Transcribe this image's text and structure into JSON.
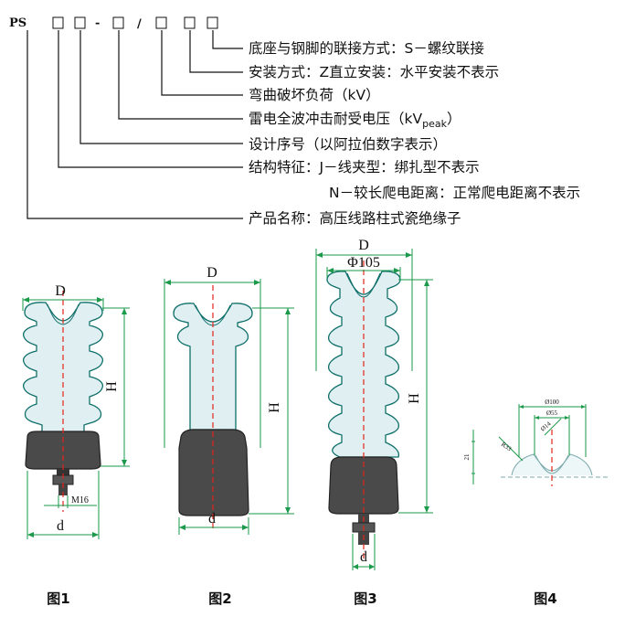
{
  "code": {
    "prefix": "PS",
    "dash": "-",
    "slash": "/"
  },
  "legend": {
    "items": [
      "底座与钢脚的联接方式：S－螺纹联接",
      "安装方式：Z直立安装：水平安装不表示",
      "弯曲破坏负荷（kV）",
      "雷电全波冲击耐受电压（kV",
      "设计序号（以阿拉伯数字表示）",
      "结构特征：J－线夹型：绑扎型不表示",
      "N－较长爬电距离：正常爬电距离不表示",
      "产品名称：高压线路柱式瓷绝缘子"
    ],
    "peak_subscript": "peak",
    "peak_close": "）"
  },
  "figures": {
    "fig1": {
      "caption": "图1",
      "D": "D",
      "H": "H",
      "d": "d",
      "thread": "M16"
    },
    "fig2": {
      "caption": "图2",
      "D": "D",
      "H": "H",
      "d": "d"
    },
    "fig3": {
      "caption": "图3",
      "D": "D",
      "phi": "Φ105",
      "H": "H",
      "d": "d"
    },
    "fig4": {
      "caption": "图4",
      "outer": "Ø100",
      "mid": "Ø55",
      "inner": "Ø14",
      "radius": "R33",
      "height": "21"
    }
  },
  "colors": {
    "dimension_lines": "#1a9a4a",
    "insulator_body": "#e0f0f2",
    "insulator_outline": "#0f6f6a",
    "base": "#4a4a4a",
    "center_line": "#e3241c"
  }
}
